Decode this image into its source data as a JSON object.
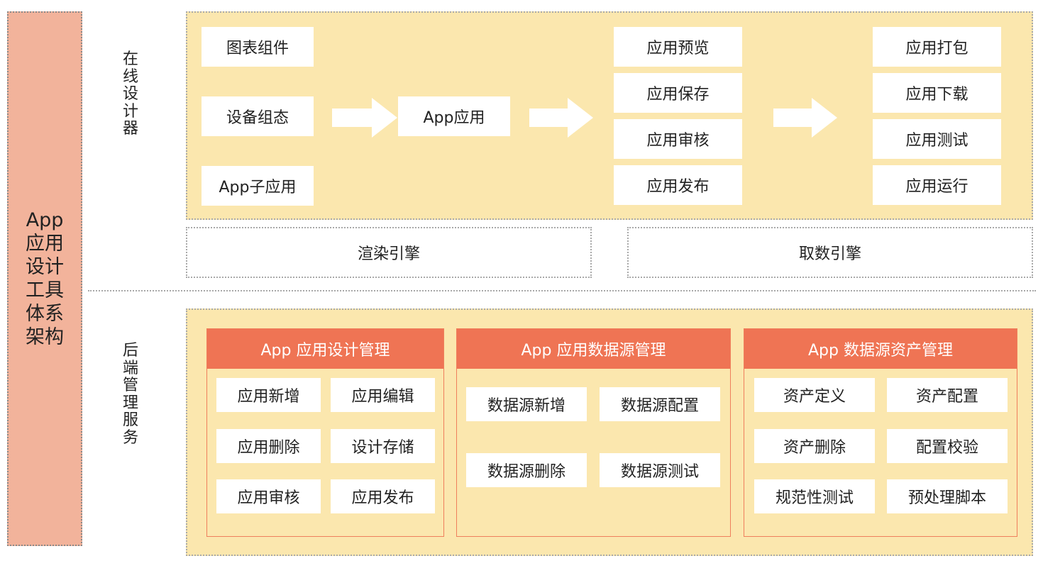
{
  "left_title": "App\n应用\n设计\n工具\n体系\n架构",
  "section_labels": {
    "online_designer": "在\n线\n设\n计\n器",
    "backend_services": "后\n端\n管\n理\n服\n务"
  },
  "design_flow": {
    "sources": [
      "图表组件",
      "设备组态",
      "App子应用"
    ],
    "center": "App应用",
    "stage2": [
      "应用预览",
      "应用保存",
      "应用审核",
      "应用发布"
    ],
    "stage3": [
      "应用打包",
      "应用下载",
      "应用测试",
      "应用运行"
    ]
  },
  "engines": {
    "render": "渲染引擎",
    "fetch": "取数引擎"
  },
  "management": [
    {
      "title": "App 应用设计管理",
      "items": [
        "应用新增",
        "应用编辑",
        "应用删除",
        "设计存储",
        "应用审核",
        "应用发布"
      ]
    },
    {
      "title": "App 应用数据源管理",
      "items": [
        "数据源新增",
        "数据源配置",
        "数据源删除",
        "数据源测试"
      ]
    },
    {
      "title": "App 数据源资产管理",
      "items": [
        "资产定义",
        "资产配置",
        "资产删除",
        "配置校验",
        "规范性测试",
        "预处理脚本"
      ]
    }
  ],
  "colors": {
    "panel_fill": "#fbe7ae",
    "left_bar_fill": "#f2b39b",
    "header_fill": "#ef7454",
    "box_fill": "#ffffff"
  }
}
